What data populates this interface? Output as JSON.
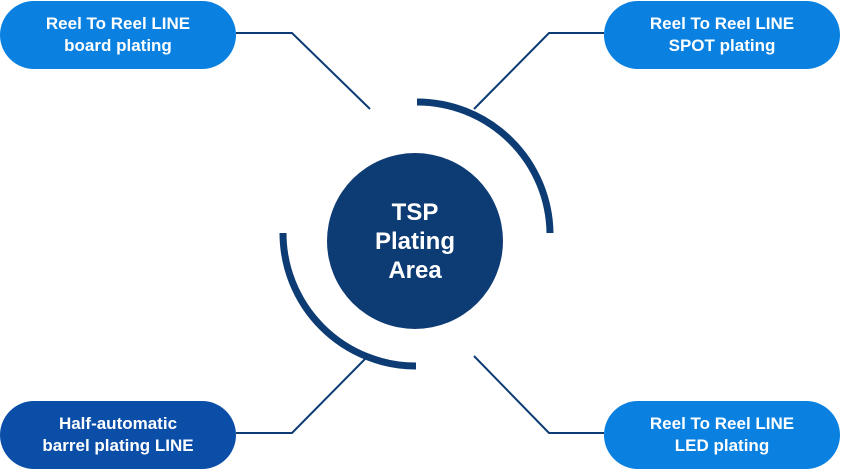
{
  "center": {
    "line1": "TSP",
    "line2": "Plating",
    "line3": "Area"
  },
  "nodes": {
    "top_left": {
      "line1": "Reel To Reel LINE",
      "line2": "board plating"
    },
    "top_right": {
      "line1": "Reel To Reel LINE",
      "line2": "SPOT plating"
    },
    "bottom_left": {
      "line1": "Half-automatic",
      "line2": "barrel plating LINE"
    },
    "bottom_right": {
      "line1": "Reel To Reel LINE",
      "line2": "LED plating"
    }
  },
  "colors": {
    "navy": "#0d3b73",
    "pill_blue": "#0a80e0",
    "pill_dark_blue": "#0a4ea8",
    "connector": "#0d3b73"
  }
}
